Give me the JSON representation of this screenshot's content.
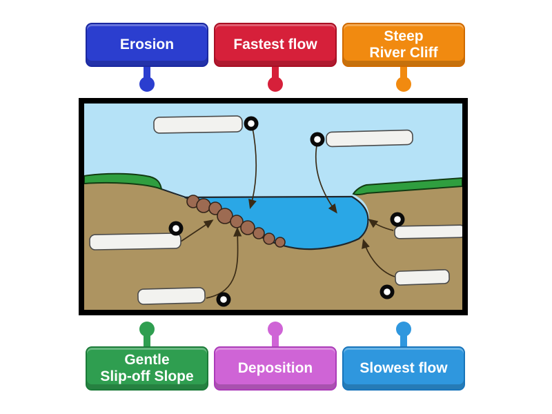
{
  "activity": {
    "type": "labelled-diagram",
    "description": "River meander cross-section labelling activity"
  },
  "colors": {
    "erosion": "#2b3ecf",
    "erosion-dark": "#1a28a0",
    "fastest-flow": "#d6203a",
    "fastest-flow-dark": "#a80f24",
    "steep-river-cliff": "#f18a10",
    "steep-river-cliff-dark": "#cf6a00",
    "gentle-slip-off-slope": "#2f9e50",
    "gentle-slip-off-slope-dark": "#1b7a38",
    "deposition": "#cf64d6",
    "deposition-dark": "#ab3bb8",
    "slowest-flow": "#2f97de",
    "slowest-flow-dark": "#1874ba",
    "sky": "#b5e2f7",
    "water": "#2aa7e6",
    "ground": "#ad9461",
    "grass": "#2f9e3f",
    "rocks": "#9d6b52",
    "outline": "#20262b",
    "arrow": "#3a2b16",
    "frame": "#000000",
    "blank-box": "#f2f2ef"
  },
  "tags_top": [
    {
      "name": "erosion",
      "lines": [
        "Erosion"
      ]
    },
    {
      "name": "fastest-flow",
      "lines": [
        "Fastest flow"
      ]
    },
    {
      "name": "steep-river-cliff",
      "lines": [
        "Steep",
        "River Cliff"
      ]
    }
  ],
  "tags_bottom": [
    {
      "name": "gentle-slip-off-slope",
      "lines": [
        "Gentle",
        "Slip-off Slope"
      ]
    },
    {
      "name": "deposition",
      "lines": [
        "Deposition"
      ]
    },
    {
      "name": "slowest-flow",
      "lines": [
        "Slowest flow"
      ]
    }
  ],
  "diagram": {
    "blank_boxes": 6,
    "target_points": 6
  }
}
